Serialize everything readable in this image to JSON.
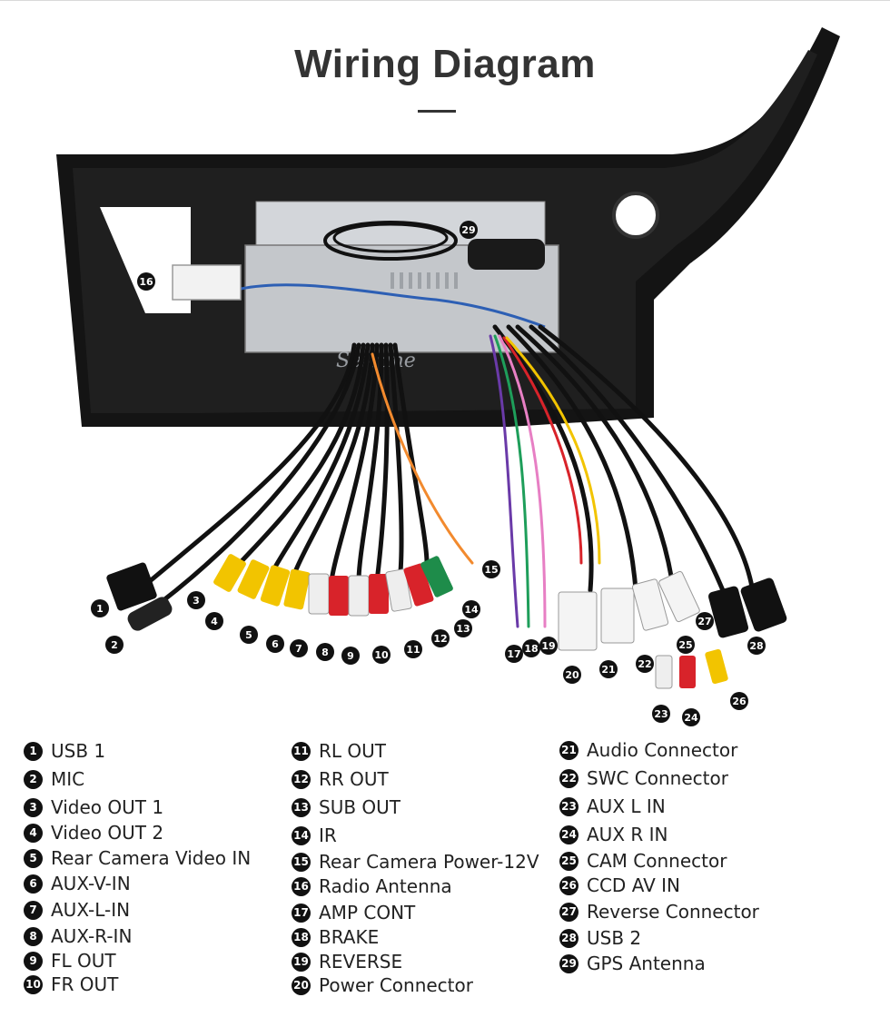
{
  "title": "Wiring Diagram",
  "watermark": "Seicane",
  "legend": [
    {
      "num": "1",
      "label": "USB 1"
    },
    {
      "num": "2",
      "label": "MIC"
    },
    {
      "num": "3",
      "label": "Video OUT 1"
    },
    {
      "num": "4",
      "label": "Video OUT 2"
    },
    {
      "num": "5",
      "label": "Rear Camera Video IN"
    },
    {
      "num": "6",
      "label": "AUX-V-IN"
    },
    {
      "num": "7",
      "label": "AUX-L-IN"
    },
    {
      "num": "8",
      "label": "AUX-R-IN"
    },
    {
      "num": "9",
      "label": "FL OUT"
    },
    {
      "num": "10",
      "label": "FR OUT"
    },
    {
      "num": "11",
      "label": "RL OUT"
    },
    {
      "num": "12",
      "label": "RR OUT"
    },
    {
      "num": "13",
      "label": "SUB OUT"
    },
    {
      "num": "14",
      "label": "IR"
    },
    {
      "num": "15",
      "label": "Rear Camera Power-12V"
    },
    {
      "num": "16",
      "label": "Radio Antenna"
    },
    {
      "num": "17",
      "label": "AMP CONT"
    },
    {
      "num": "18",
      "label": "BRAKE"
    },
    {
      "num": "19",
      "label": "REVERSE"
    },
    {
      "num": "20",
      "label": "Power Connector"
    },
    {
      "num": "21",
      "label": "Audio Connector"
    },
    {
      "num": "22",
      "label": "SWC Connector"
    },
    {
      "num": "23",
      "label": "AUX L IN"
    },
    {
      "num": "24",
      "label": "AUX R IN"
    },
    {
      "num": "25",
      "label": "CAM Connector"
    },
    {
      "num": "26",
      "label": "CCD AV IN"
    },
    {
      "num": "27",
      "label": "Reverse Connector"
    },
    {
      "num": "28",
      "label": "USB 2"
    },
    {
      "num": "29",
      "label": "GPS Antenna"
    }
  ],
  "colors": {
    "rca_yellow": "#f2c400",
    "rca_red": "#d8232a",
    "rca_white": "#eeeeee",
    "rca_green": "#1e8c4a",
    "frame": "#141414",
    "chassis": "#c9ccd0"
  }
}
